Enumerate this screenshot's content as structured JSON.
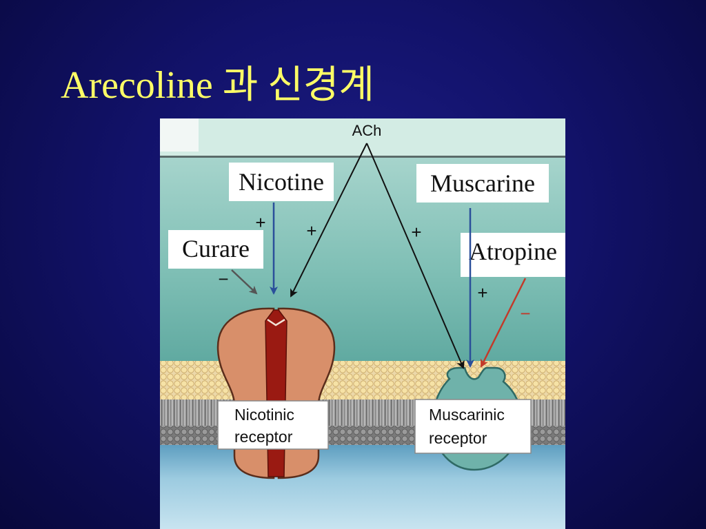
{
  "slide": {
    "title": "Arecoline 과 신경계"
  },
  "diagram": {
    "labels": {
      "ach": "ACh",
      "nicotine": "Nicotine",
      "muscarine": "Muscarine",
      "curare": "Curare",
      "atropine": "Atropine",
      "nicotinic_receptor_line1": "Nicotinic",
      "nicotinic_receptor_line2": "receptor",
      "muscarinic_receptor_line1": "Muscarinic",
      "muscarinic_receptor_line2": "receptor"
    },
    "signs": {
      "nicotine_effect": "+",
      "ach_nicotinic_effect": "+",
      "curare_effect": "−",
      "ach_muscarinic_effect": "+",
      "muscarine_effect": "+",
      "atropine_effect": "−"
    },
    "colors": {
      "title": "#ffff66",
      "background": "#12126a",
      "extracellular": "#7fbfb5",
      "membrane_heads": "#f2d89a",
      "cytoplasm": "#9ccbe0",
      "nicotinic_receptor": "#d88f6a",
      "nicotinic_channel": "#9a1a12",
      "muscarinic_receptor": "#6fb2aa",
      "agonist_arrow": "#2a4f9a",
      "antagonist_arrow": "#c23a2a"
    }
  }
}
